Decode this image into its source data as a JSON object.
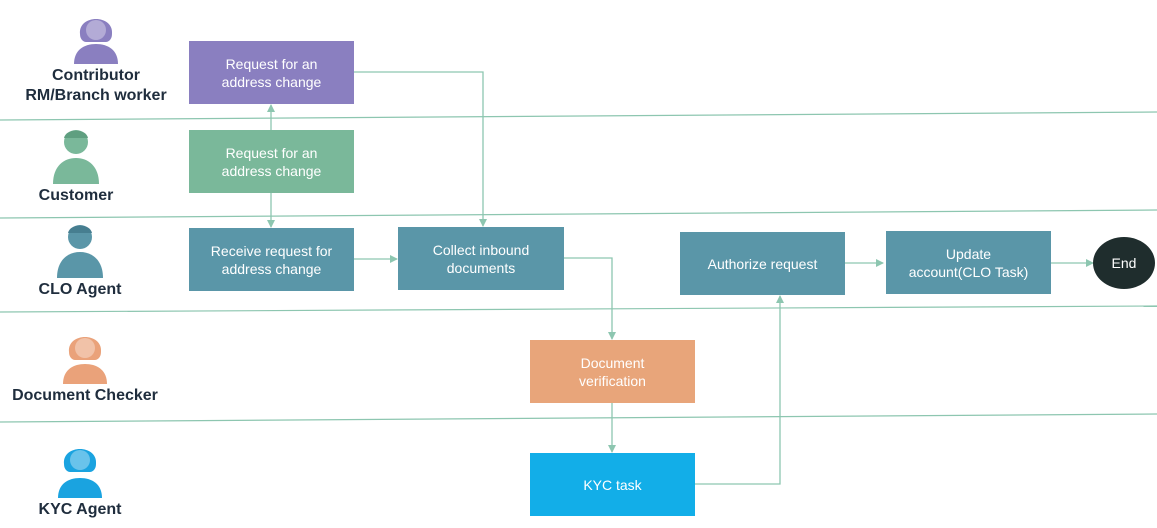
{
  "actors": [
    {
      "key": "contributor",
      "label": "Contributor\nRM/Branch worker",
      "color": "#8a7fc0"
    },
    {
      "key": "customer",
      "label": "Customer",
      "color": "#7ab89a"
    },
    {
      "key": "clo",
      "label": "CLO Agent",
      "color": "#5a96a8"
    },
    {
      "key": "checker",
      "label": "Document Checker",
      "color": "#eaa27a"
    },
    {
      "key": "kyc",
      "label": "KYC Agent",
      "color": "#1aa3e0"
    }
  ],
  "nodes": {
    "request_contributor": {
      "label": "Request for an\naddress change",
      "color": "#8a7fc0"
    },
    "request_customer": {
      "label": "Request for an\naddress change",
      "color": "#7ab89a"
    },
    "receive_request": {
      "label": "Receive request for\naddress change",
      "color": "#5a96a8"
    },
    "collect_docs": {
      "label": "Collect inbound\ndocuments",
      "color": "#5a96a8"
    },
    "authorize": {
      "label": "Authorize request",
      "color": "#5a96a8"
    },
    "update_account": {
      "label": "Update\naccount(CLO Task)",
      "color": "#5a96a8"
    },
    "doc_verification": {
      "label": "Document\nverification",
      "color": "#e8a57a"
    },
    "kyc_task": {
      "label": "KYC task",
      "color": "#12aee8"
    },
    "end": {
      "label": "End",
      "color": "#1f2d2d"
    }
  },
  "connector_color": "#8dc6b0"
}
